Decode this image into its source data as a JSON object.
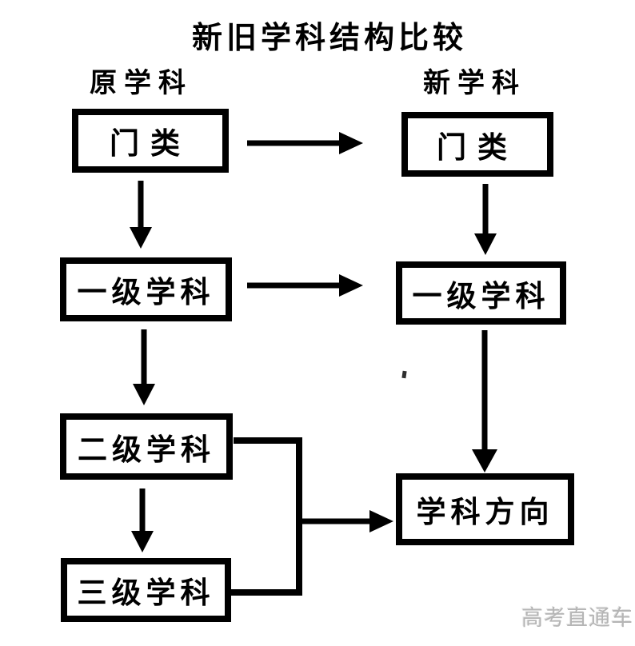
{
  "title": "新旧学科结构比较",
  "old_column": {
    "header": "原学科",
    "boxes": [
      {
        "label": "门类"
      },
      {
        "label": "一级学科"
      },
      {
        "label": "二级学科"
      },
      {
        "label": "三级学科"
      }
    ]
  },
  "new_column": {
    "header": "新学科",
    "boxes": [
      {
        "label": "门类"
      },
      {
        "label": "一级学科"
      },
      {
        "label": "学科方向"
      }
    ]
  },
  "arrows": [
    {
      "from": "old-门类",
      "to": "new-门类",
      "direction": "right"
    },
    {
      "from": "old-门类",
      "to": "old-一级学科",
      "direction": "down"
    },
    {
      "from": "new-门类",
      "to": "new-一级学科",
      "direction": "down"
    },
    {
      "from": "old-一级学科",
      "to": "new-一级学科",
      "direction": "right"
    },
    {
      "from": "old-一级学科",
      "to": "old-二级学科",
      "direction": "down"
    },
    {
      "from": "old-二级学科",
      "to": "old-三级学科",
      "direction": "down"
    },
    {
      "from": "new-一级学科",
      "to": "new-学科方向",
      "direction": "down"
    },
    {
      "from": "old-二级学科 + old-三级学科",
      "to": "new-学科方向",
      "direction": "bracket-right"
    }
  ],
  "watermark": "高考直通车",
  "colors": {
    "ink": "#000000",
    "background": "#ffffff",
    "watermark": "#b5b5b5"
  }
}
